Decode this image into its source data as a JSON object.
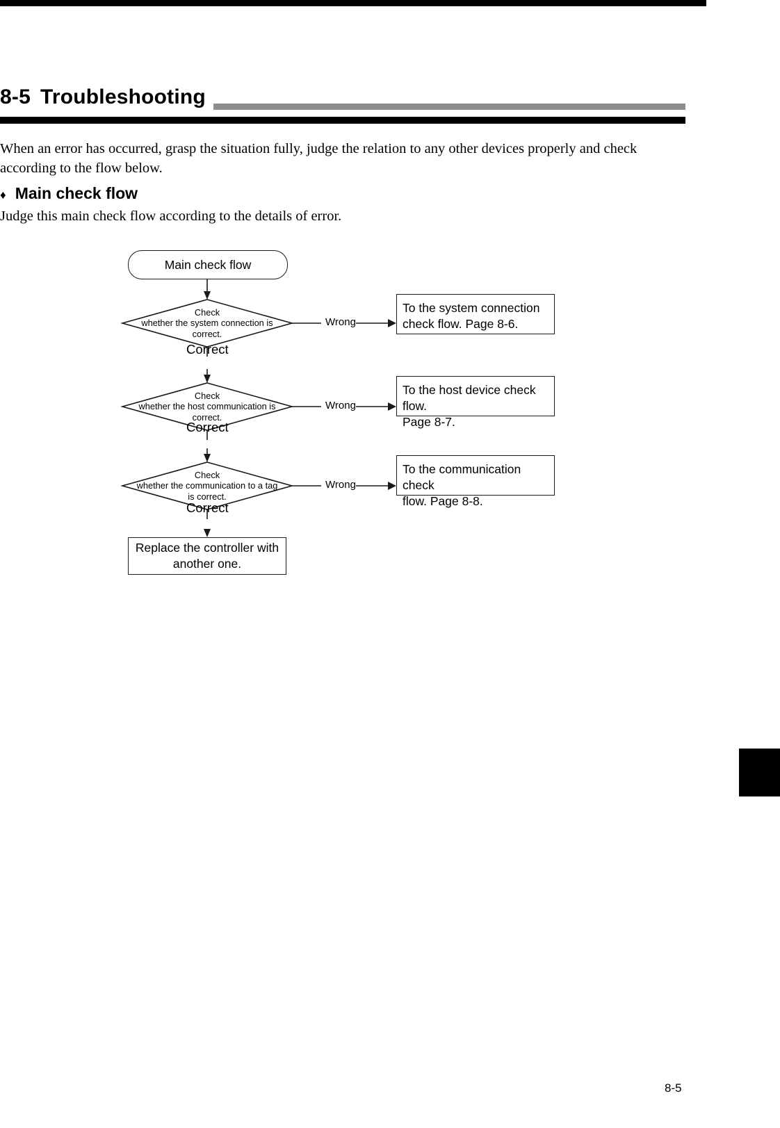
{
  "document": {
    "section_number": "8-5",
    "section_title": "Troubleshooting",
    "intro_paragraph": "When an error has occurred, grasp the situation fully, judge the relation to any other devices properly and check according to the flow below.",
    "subsection": {
      "bullet": "♦",
      "title": "Main check flow",
      "lead_paragraph": "Judge this main check flow according to the details of error."
    },
    "page_number": "8-5"
  },
  "flowchart": {
    "start_node": {
      "label": "Main check flow"
    },
    "decisions": [
      {
        "line1": "Check",
        "line2": "whether the system connection is",
        "line3": "correct.",
        "yes_label": "Correct",
        "no_label": "Wrong"
      },
      {
        "line1": "Check",
        "line2": "whether the host communication is",
        "line3": "correct.",
        "yes_label": "Correct",
        "no_label": "Wrong"
      },
      {
        "line1": "Check",
        "line2": "whether the communication to a tag",
        "line3": "is correct.",
        "yes_label": "Correct",
        "no_label": "Wrong"
      }
    ],
    "branch_targets": [
      {
        "line1": "To the system connection",
        "line2": "check flow.  Page 8-6."
      },
      {
        "line1": "To the host device check flow.",
        "line2": "Page 8-7."
      },
      {
        "line1": "To the communication check",
        "line2": "flow.  Page 8-8."
      }
    ],
    "end_node": {
      "line1": "Replace the controller with",
      "line2": "another one."
    }
  },
  "colors": {
    "rule_gray": "#8c8c8c",
    "rule_black": "#000000",
    "line": "#1a1a1a"
  }
}
